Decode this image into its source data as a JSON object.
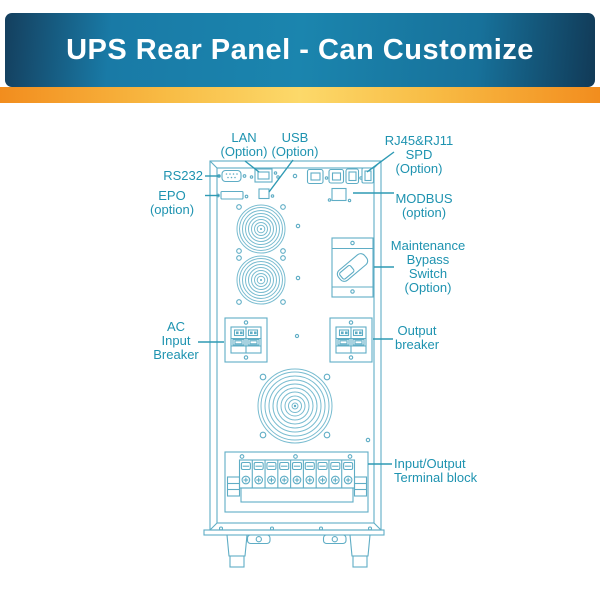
{
  "header": {
    "title": "UPS Rear Panel - Can Customize",
    "colors": {
      "blue_dark": "#143f5e",
      "blue": "#1b85ae",
      "orange": "#f28d1e",
      "yellow": "#fcd96a",
      "title_text": "#ffffff"
    }
  },
  "diagram": {
    "colors": {
      "outline": "#5fadc5",
      "outline_light": "#79bcd0",
      "label": "#1e93b0",
      "leader": "#2e9ab4"
    },
    "labels": {
      "rs232": "RS232",
      "epo": "EPO\n(option)",
      "lan": "LAN\n(Option)",
      "usb": "USB\n(Option)",
      "rj45_spd": "RJ45&RJ11\nSPD\n(Option)",
      "modbus": "MODBUS\n(option)",
      "maintenance_bypass": "Maintenance\nBypass\nSwitch\n(Option)",
      "ac_input_breaker": "AC\nInput\nBreaker",
      "output_breaker": "Output\nbreaker",
      "terminal_block": "Input/Output\nTerminal block"
    }
  }
}
